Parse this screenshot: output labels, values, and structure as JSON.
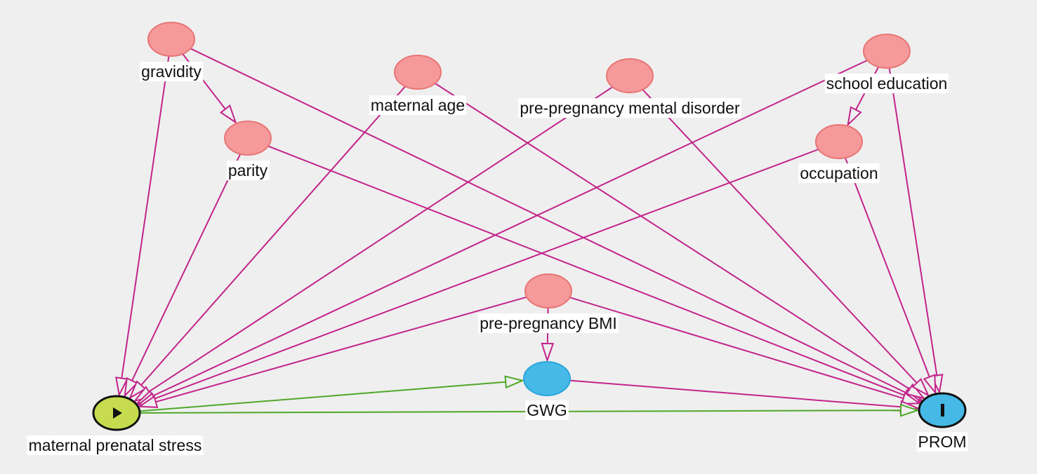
{
  "diagram": {
    "colors": {
      "background": "#efefef",
      "covariate_fill": "#f5999a",
      "covariate_stroke": "#e97575",
      "exposure_fill": "#c6dc4e",
      "outcome_fill": "#46b9e6",
      "outcome_stroke": "#2aa6dc",
      "biasing_edge": "#c2248a",
      "causal_edge": "#4ea82a"
    },
    "nodes": [
      {
        "id": "gravidity",
        "label": "gravidity",
        "type": "covariate"
      },
      {
        "id": "maternal_age",
        "label": "maternal age",
        "type": "covariate"
      },
      {
        "id": "mental",
        "label": "pre-pregnancy mental disorder",
        "type": "covariate"
      },
      {
        "id": "school",
        "label": "school education",
        "type": "covariate"
      },
      {
        "id": "parity",
        "label": "parity",
        "type": "covariate"
      },
      {
        "id": "occupation",
        "label": "occupation",
        "type": "covariate"
      },
      {
        "id": "bmi",
        "label": "pre-pregnancy BMI",
        "type": "covariate"
      },
      {
        "id": "gwg",
        "label": "GWG",
        "type": "mediator"
      },
      {
        "id": "stress",
        "label": "maternal prenatal stress",
        "type": "exposure",
        "icon": "play-icon"
      },
      {
        "id": "prom",
        "label": "PROM",
        "type": "outcome",
        "icon": "bar-icon"
      }
    ],
    "edges": [
      {
        "from": "gravidity",
        "to": "parity",
        "kind": "biasing"
      },
      {
        "from": "gravidity",
        "to": "stress",
        "kind": "biasing"
      },
      {
        "from": "gravidity",
        "to": "prom",
        "kind": "biasing"
      },
      {
        "from": "parity",
        "to": "stress",
        "kind": "biasing"
      },
      {
        "from": "parity",
        "to": "prom",
        "kind": "biasing"
      },
      {
        "from": "maternal_age",
        "to": "stress",
        "kind": "biasing"
      },
      {
        "from": "maternal_age",
        "to": "prom",
        "kind": "biasing"
      },
      {
        "from": "mental",
        "to": "stress",
        "kind": "biasing"
      },
      {
        "from": "mental",
        "to": "prom",
        "kind": "biasing"
      },
      {
        "from": "school",
        "to": "occupation",
        "kind": "biasing"
      },
      {
        "from": "school",
        "to": "stress",
        "kind": "biasing"
      },
      {
        "from": "school",
        "to": "prom",
        "kind": "biasing"
      },
      {
        "from": "occupation",
        "to": "stress",
        "kind": "biasing"
      },
      {
        "from": "occupation",
        "to": "prom",
        "kind": "biasing"
      },
      {
        "from": "bmi",
        "to": "gwg",
        "kind": "biasing"
      },
      {
        "from": "bmi",
        "to": "stress",
        "kind": "biasing"
      },
      {
        "from": "bmi",
        "to": "prom",
        "kind": "biasing"
      },
      {
        "from": "gwg",
        "to": "prom",
        "kind": "biasing"
      },
      {
        "from": "stress",
        "to": "gwg",
        "kind": "causal"
      },
      {
        "from": "stress",
        "to": "prom",
        "kind": "causal"
      }
    ]
  }
}
